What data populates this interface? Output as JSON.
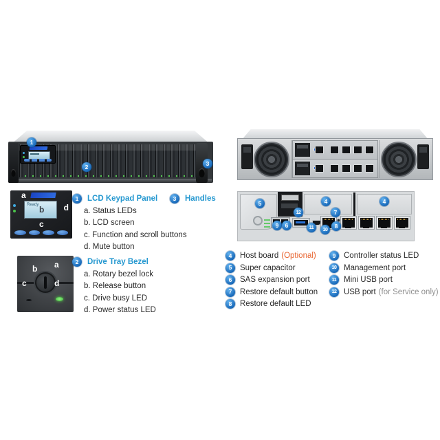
{
  "front_callouts": {
    "lcd": "1",
    "tray": "2",
    "handle": "3"
  },
  "rear_callouts": {
    "host_board": "4",
    "super_cap": "5",
    "sas": "6",
    "restore_btn": "7",
    "restore_led": "8",
    "ctrl_led": "9",
    "mgmt": "10",
    "mini_usb": "11",
    "usb": "12"
  },
  "lcd_panel_image": {
    "screen_text": "Ready",
    "label_a": "a",
    "label_b": "b",
    "label_c": "c",
    "label_d": "d"
  },
  "bezel_image": {
    "label_a": "a",
    "label_b": "b",
    "label_c": "c",
    "label_d": "d"
  },
  "legend": {
    "lcd": {
      "num": "1",
      "title": "LCD Keypad Panel",
      "items": [
        "a. Status LEDs",
        "b. LCD screen",
        "c. Function and scroll buttons",
        "d. Mute button"
      ]
    },
    "handles": {
      "num": "3",
      "title": "Handles"
    },
    "tray": {
      "num": "2",
      "title": "Drive Tray Bezel",
      "items": [
        "a. Rotary bezel lock",
        "b. Release button",
        "c. Drive busy LED",
        "d. Power status LED"
      ]
    },
    "rear_left": [
      {
        "num": "4",
        "label": "Host board",
        "suffix": "(Optional)"
      },
      {
        "num": "5",
        "label": "Super capacitor",
        "suffix": ""
      },
      {
        "num": "6",
        "label": "SAS expansion port",
        "suffix": ""
      },
      {
        "num": "7",
        "label": "Restore default button",
        "suffix": ""
      },
      {
        "num": "8",
        "label": "Restore default LED",
        "suffix": ""
      }
    ],
    "rear_right": [
      {
        "num": "9",
        "label": "Controller status LED",
        "suffix": ""
      },
      {
        "num": "10",
        "label": "Management port",
        "suffix": ""
      },
      {
        "num": "11",
        "label": "Mini USB port",
        "suffix": ""
      },
      {
        "num": "12",
        "label": "USB port",
        "suffix": "(for Service only)"
      }
    ]
  },
  "colors": {
    "accent_blue": "#2598d0",
    "badge_blue": "#1162b4",
    "optional_orange": "#e8622d",
    "service_gray": "#8f8f8f"
  }
}
